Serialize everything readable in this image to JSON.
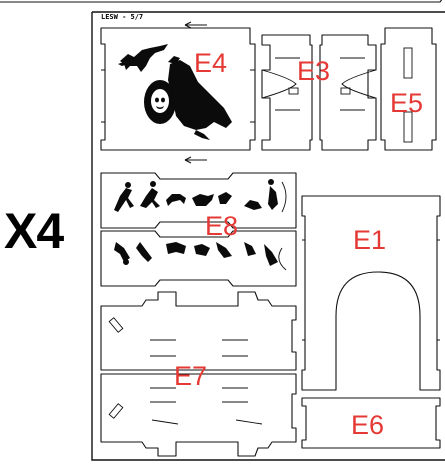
{
  "sheet": {
    "code": "LESW - 5/7",
    "multiplier": "X4"
  },
  "parts": {
    "e1": "E1",
    "e3": "E3",
    "e4": "E4",
    "e5": "E5",
    "e6": "E6",
    "e7": "E7",
    "e8": "E8"
  },
  "colors": {
    "line": "#111111",
    "label": "#e53935",
    "background": "#ffffff"
  },
  "icons": {
    "direction_arrows": "left-arrow-icon",
    "e4_engraving": "figure-with-bird-engraving",
    "e8_engraving": "rock-art-hunters-and-animals-engraving"
  }
}
